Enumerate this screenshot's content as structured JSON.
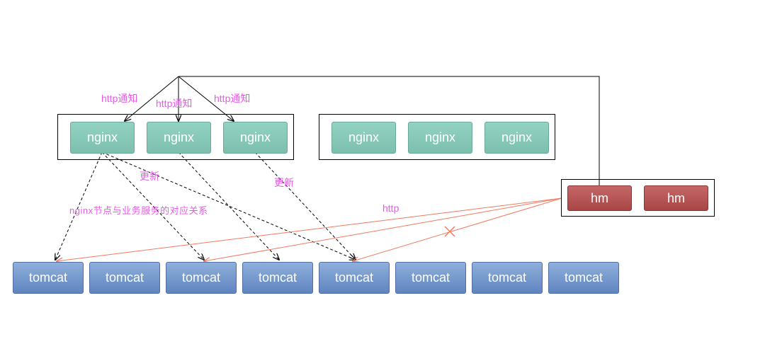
{
  "labels": {
    "http_notify_1": "http通知",
    "http_notify_2": "http通知",
    "http_notify_3": "http通知",
    "update_1": "更新",
    "update_2": "更新",
    "mapping": "nginx节点与业务服务的对应关系",
    "http": "http"
  },
  "nginx_group_1": [
    "nginx",
    "nginx",
    "nginx"
  ],
  "nginx_group_2": [
    "nginx",
    "nginx",
    "nginx"
  ],
  "hm_group": [
    "hm",
    "hm"
  ],
  "tomcats": [
    "tomcat",
    "tomcat",
    "tomcat",
    "tomcat",
    "tomcat",
    "tomcat",
    "tomcat",
    "tomcat"
  ],
  "colors": {
    "nginx": "#86c8b7",
    "hm": "#b55656",
    "tomcat": "#7297cc",
    "label": "#e65ae6",
    "http_line": "#f07a60"
  }
}
